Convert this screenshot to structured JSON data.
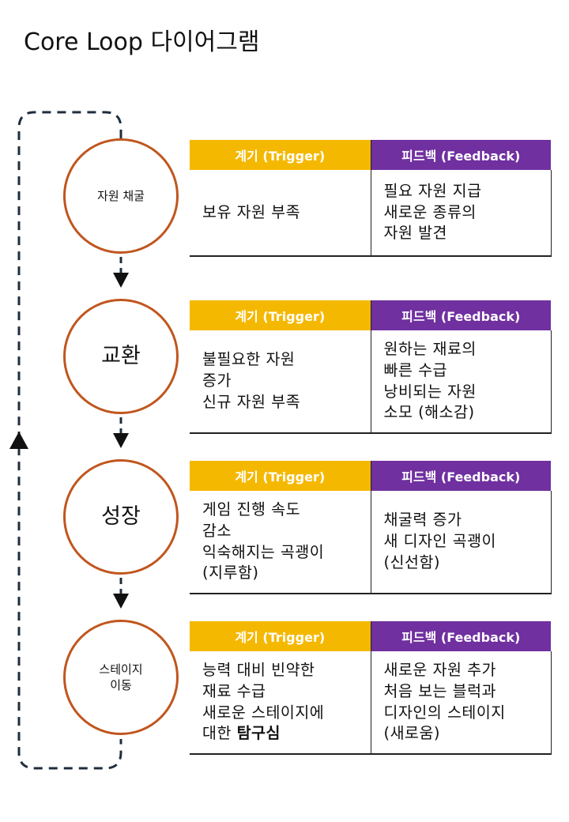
{
  "title": "Core Loop 다이어그램",
  "headers": {
    "trigger": "계기 (Trigger)",
    "feedback": "피드백 (Feedback)"
  },
  "stages": [
    {
      "name": "자원 채굴",
      "trigger": "보유 자원 부족",
      "feedback": "필요 자원 지급\n새로운 종류의\n자원 발견"
    },
    {
      "name": "교환",
      "trigger": "불필요한 자원\n증가\n신규 자원 부족",
      "feedback": "원하는 재료의\n빠른 수급\n낭비되는 자원\n소모 (해소감)"
    },
    {
      "name": "성장",
      "trigger": "게임 진행 속도\n감소\n익숙해지는 곡괭이\n(지루함)",
      "feedback": "채굴력 증가\n새 디자인 곡괭이\n(신선함)"
    },
    {
      "name": "스테이지\n이동",
      "trigger_plain": "능력 대비 빈약한\n재료 수급\n새로운 스테이지에\n대한 ",
      "trigger_bold": "탐구심",
      "feedback": "새로운 자원 추가\n처음 보는 블럭과\n디자인의 스테이지\n(새로움)"
    }
  ],
  "colors": {
    "node_border": "#c0561e",
    "trigger_header": "#f5b800",
    "feedback_header": "#7030a0",
    "loop_line": "#1f2d3d"
  }
}
